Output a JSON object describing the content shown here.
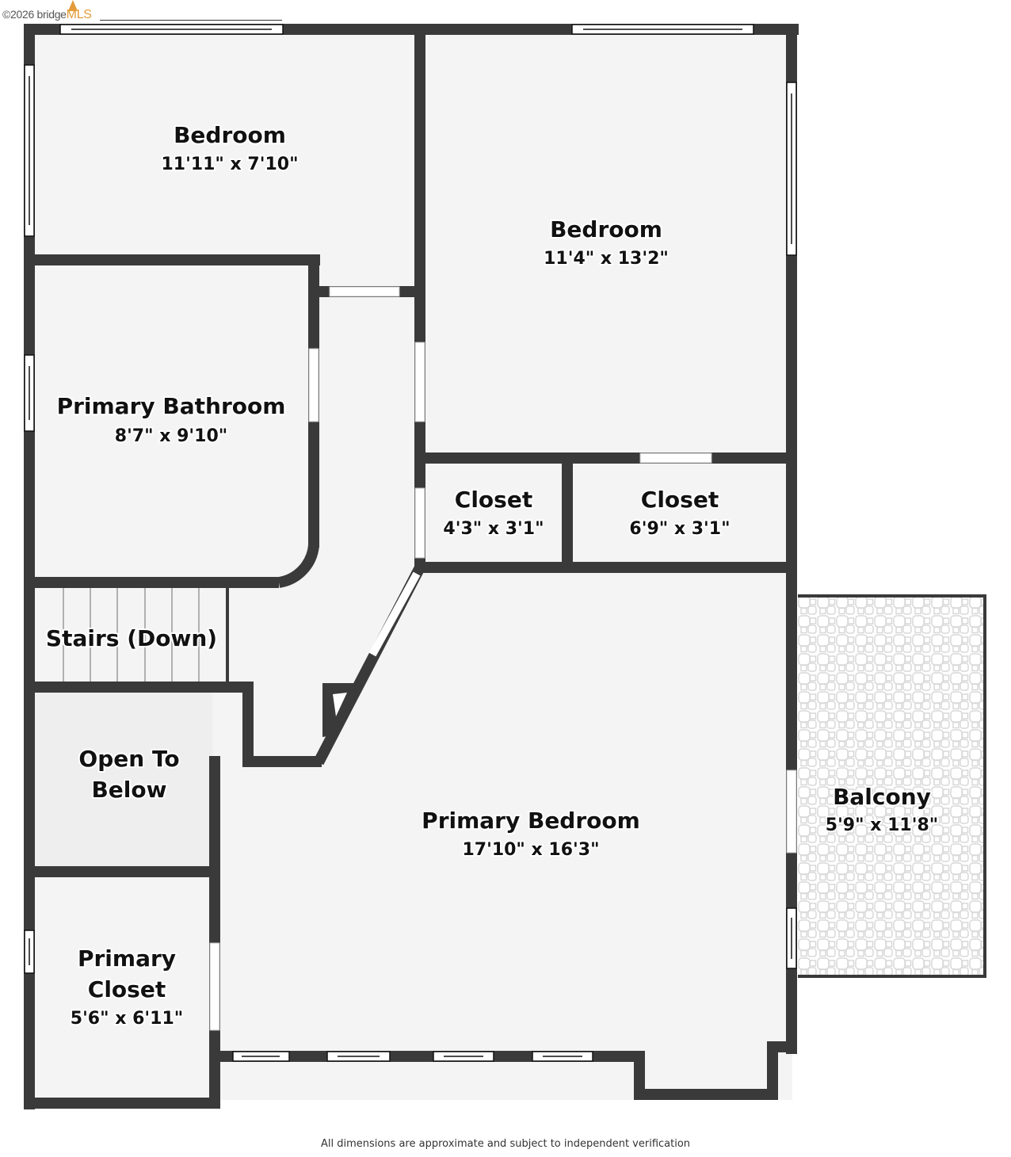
{
  "watermark": {
    "copyright": "©2026 bridge",
    "brand": "MLS"
  },
  "colors": {
    "wall": "#3a3a3a",
    "floor": "#f4f4f4",
    "open_to_below": "#eeeeee",
    "window": "#ffffff",
    "balcony_tile": "#d8d8d8",
    "label": "#111111"
  },
  "rooms": [
    {
      "id": "bedroom-1",
      "name": "Bedroom",
      "dimensions": "11'11\" x 7'10\""
    },
    {
      "id": "bedroom-2",
      "name": "Bedroom",
      "dimensions": "11'4\" x 13'2\""
    },
    {
      "id": "primary-bathroom",
      "name": "Primary Bathroom",
      "dimensions": "8'7\" x 9'10\""
    },
    {
      "id": "closet-1",
      "name": "Closet",
      "dimensions": "4'3\" x 3'1\""
    },
    {
      "id": "closet-2",
      "name": "Closet",
      "dimensions": "6'9\" x 3'1\""
    },
    {
      "id": "stairs",
      "name": "Stairs (Down)",
      "dimensions": ""
    },
    {
      "id": "open-to-below",
      "name_line1": "Open To",
      "name_line2": "Below",
      "dimensions": ""
    },
    {
      "id": "primary-bedroom",
      "name": "Primary Bedroom",
      "dimensions": "17'10\" x 16'3\""
    },
    {
      "id": "balcony",
      "name": "Balcony",
      "dimensions": "5'9\" x 11'8\""
    },
    {
      "id": "primary-closet",
      "name_line1": "Primary",
      "name_line2": "Closet",
      "dimensions": "5'6\" x 6'11\""
    }
  ],
  "footer": {
    "disclaimer": "All dimensions are approximate and subject to independent verification"
  }
}
